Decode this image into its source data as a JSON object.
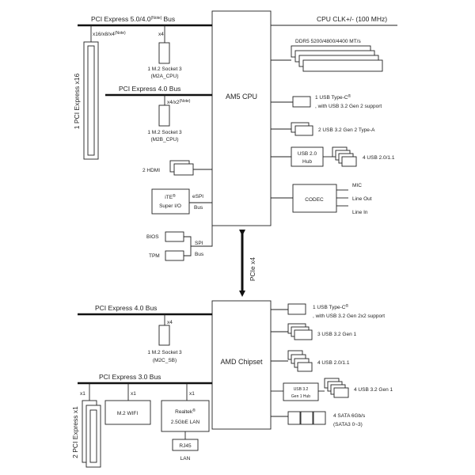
{
  "cpu": {
    "label": "AM5 CPU",
    "pcie5_bus": "PCI Express 5.0/4.0",
    "pcie5_note": "(Note)",
    "pcie5_bus_suffix": "Bus",
    "slot_link": "x16/x8/x4",
    "slot_link_note": "(Note)",
    "slot_label": "1 PCI Express x16",
    "m2a_link": "x4",
    "m2a_line1": "1 M.2 Socket 3",
    "m2a_line2": "(M2A_CPU)",
    "pcie4_bus": "PCI Express 4.0 Bus",
    "m2b_link": "x4/x2",
    "m2b_link_note": "(Note)",
    "m2b_line1": "1 M.2 Socket 3",
    "m2b_line2": "(M2B_CPU)",
    "clk": "CPU CLK+/- (100 MHz)",
    "ddr5": "DDR5 5200/4800/4400 MT/s",
    "usbc_line1": "1 USB Type-C",
    "usbc_reg": "®",
    "usbc_line2": ", with USB 3.2 Gen 2 support",
    "usb32_typea": "2 USB 3.2 Gen 2 Type-A",
    "usb20_hub_line1": "USB 2.0",
    "usb20_hub_line2": "Hub",
    "usb20_ports": "4 USB 2.0/1.1",
    "hdmi": "2 HDMI",
    "ite_line1": "iTE",
    "ite_reg": "®",
    "ite_line2": "Super I/O",
    "espi_line1": "eSPI",
    "espi_line2": "Bus",
    "codec": "CODEC",
    "mic": "MIC",
    "line_out": "Line Out",
    "line_in": "Line In",
    "bios": "BIOS",
    "tpm": "TPM",
    "spi_line1": "SPI",
    "spi_line2": "Bus",
    "link": "PCIe x4"
  },
  "chipset": {
    "label": "AMD Chipset",
    "pcie4_bus": "PCI Express 4.0 Bus",
    "m2c_link": "x4",
    "m2c_line1": "1 M.2 Socket 3",
    "m2c_line2": "(M2C_SB)",
    "pcie3_bus": "PCI Express 3.0 Bus",
    "x1_a": "x1",
    "x1_b": "x1",
    "x1_c": "x1",
    "slots_label": "2 PCI Express x1",
    "wifi": "M.2 WIFI",
    "lan_line1": "Realtek",
    "lan_reg": "®",
    "lan_line2": "2.5GbE LAN",
    "rj45": "RJ45",
    "lan": "LAN",
    "usbc_line1": "1 USB Type-C",
    "usbc_reg": "®",
    "usbc_line2": ", with USB 3.2 Gen 2x2 support",
    "usb32_gen1": "3 USB 3.2 Gen 1",
    "usb20": "4 USB 2.0/1.1",
    "hub_line1": "USB 3.2",
    "hub_line2": "Gen 1 Hub",
    "hub_ports": "4 USB 3.2 Gen 1",
    "sata_line1": "4 SATA 6Gb/s",
    "sata_line2": "(SATA3 0~3)"
  }
}
